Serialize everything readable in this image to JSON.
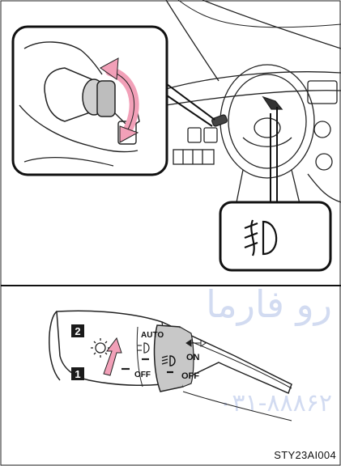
{
  "top_illustration": {
    "fog_symbol": "front-fog-light-icon"
  },
  "lever_illustration": {
    "step_badges": [
      "2",
      "1"
    ],
    "switch_labels": {
      "auto": "AUTO",
      "on": "ON",
      "off_inner": "OFF",
      "off_outer": "OFF"
    }
  },
  "watermark": {
    "text_arabic": "رو فارما",
    "text_phone": "۰۳۱-۸۸۸۶۲"
  },
  "caption": "STY23AI004",
  "colors": {
    "arrow_pink": "#f2a0b8",
    "lever_gray": "#c8c8c8",
    "watermark_blue": "#aebfe6",
    "badge_black": "#1a1a1a"
  }
}
